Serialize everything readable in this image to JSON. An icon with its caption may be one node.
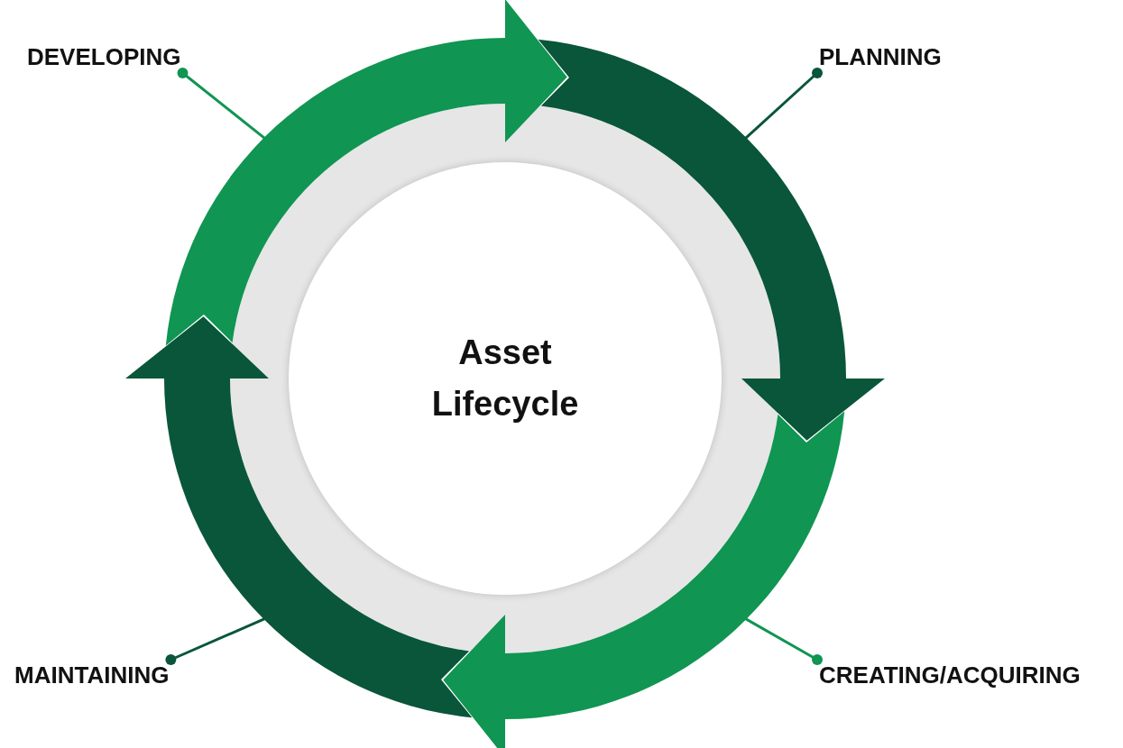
{
  "diagram": {
    "nodes": [
      {
        "text": [
          "DEVELOPING"
        ]
      },
      {
        "text": [
          "PLANNING"
        ]
      },
      {
        "text": [
          "Asset Lifecycle"
        ]
      },
      {
        "text": [
          "MAINTAINING"
        ]
      },
      {
        "text": [
          "CREATING/ACQUIRING"
        ]
      },
      {
        "text": [],
        "shape": "arrow"
      },
      {
        "text": [],
        "shape": "arrow"
      },
      {
        "text": [],
        "shape": "arrow"
      },
      {
        "text": [],
        "shape": "arrow"
      }
    ],
    "edges": [
      {
        "from": 0,
        "to": 5,
        "arrow": "other"
      },
      {
        "from": 1,
        "to": 6,
        "arrow": "other"
      },
      {
        "from": 4,
        "to": 7,
        "arrow": "other"
      },
      {
        "from": 3,
        "to": 8,
        "arrow": "other"
      }
    ]
  }
}
